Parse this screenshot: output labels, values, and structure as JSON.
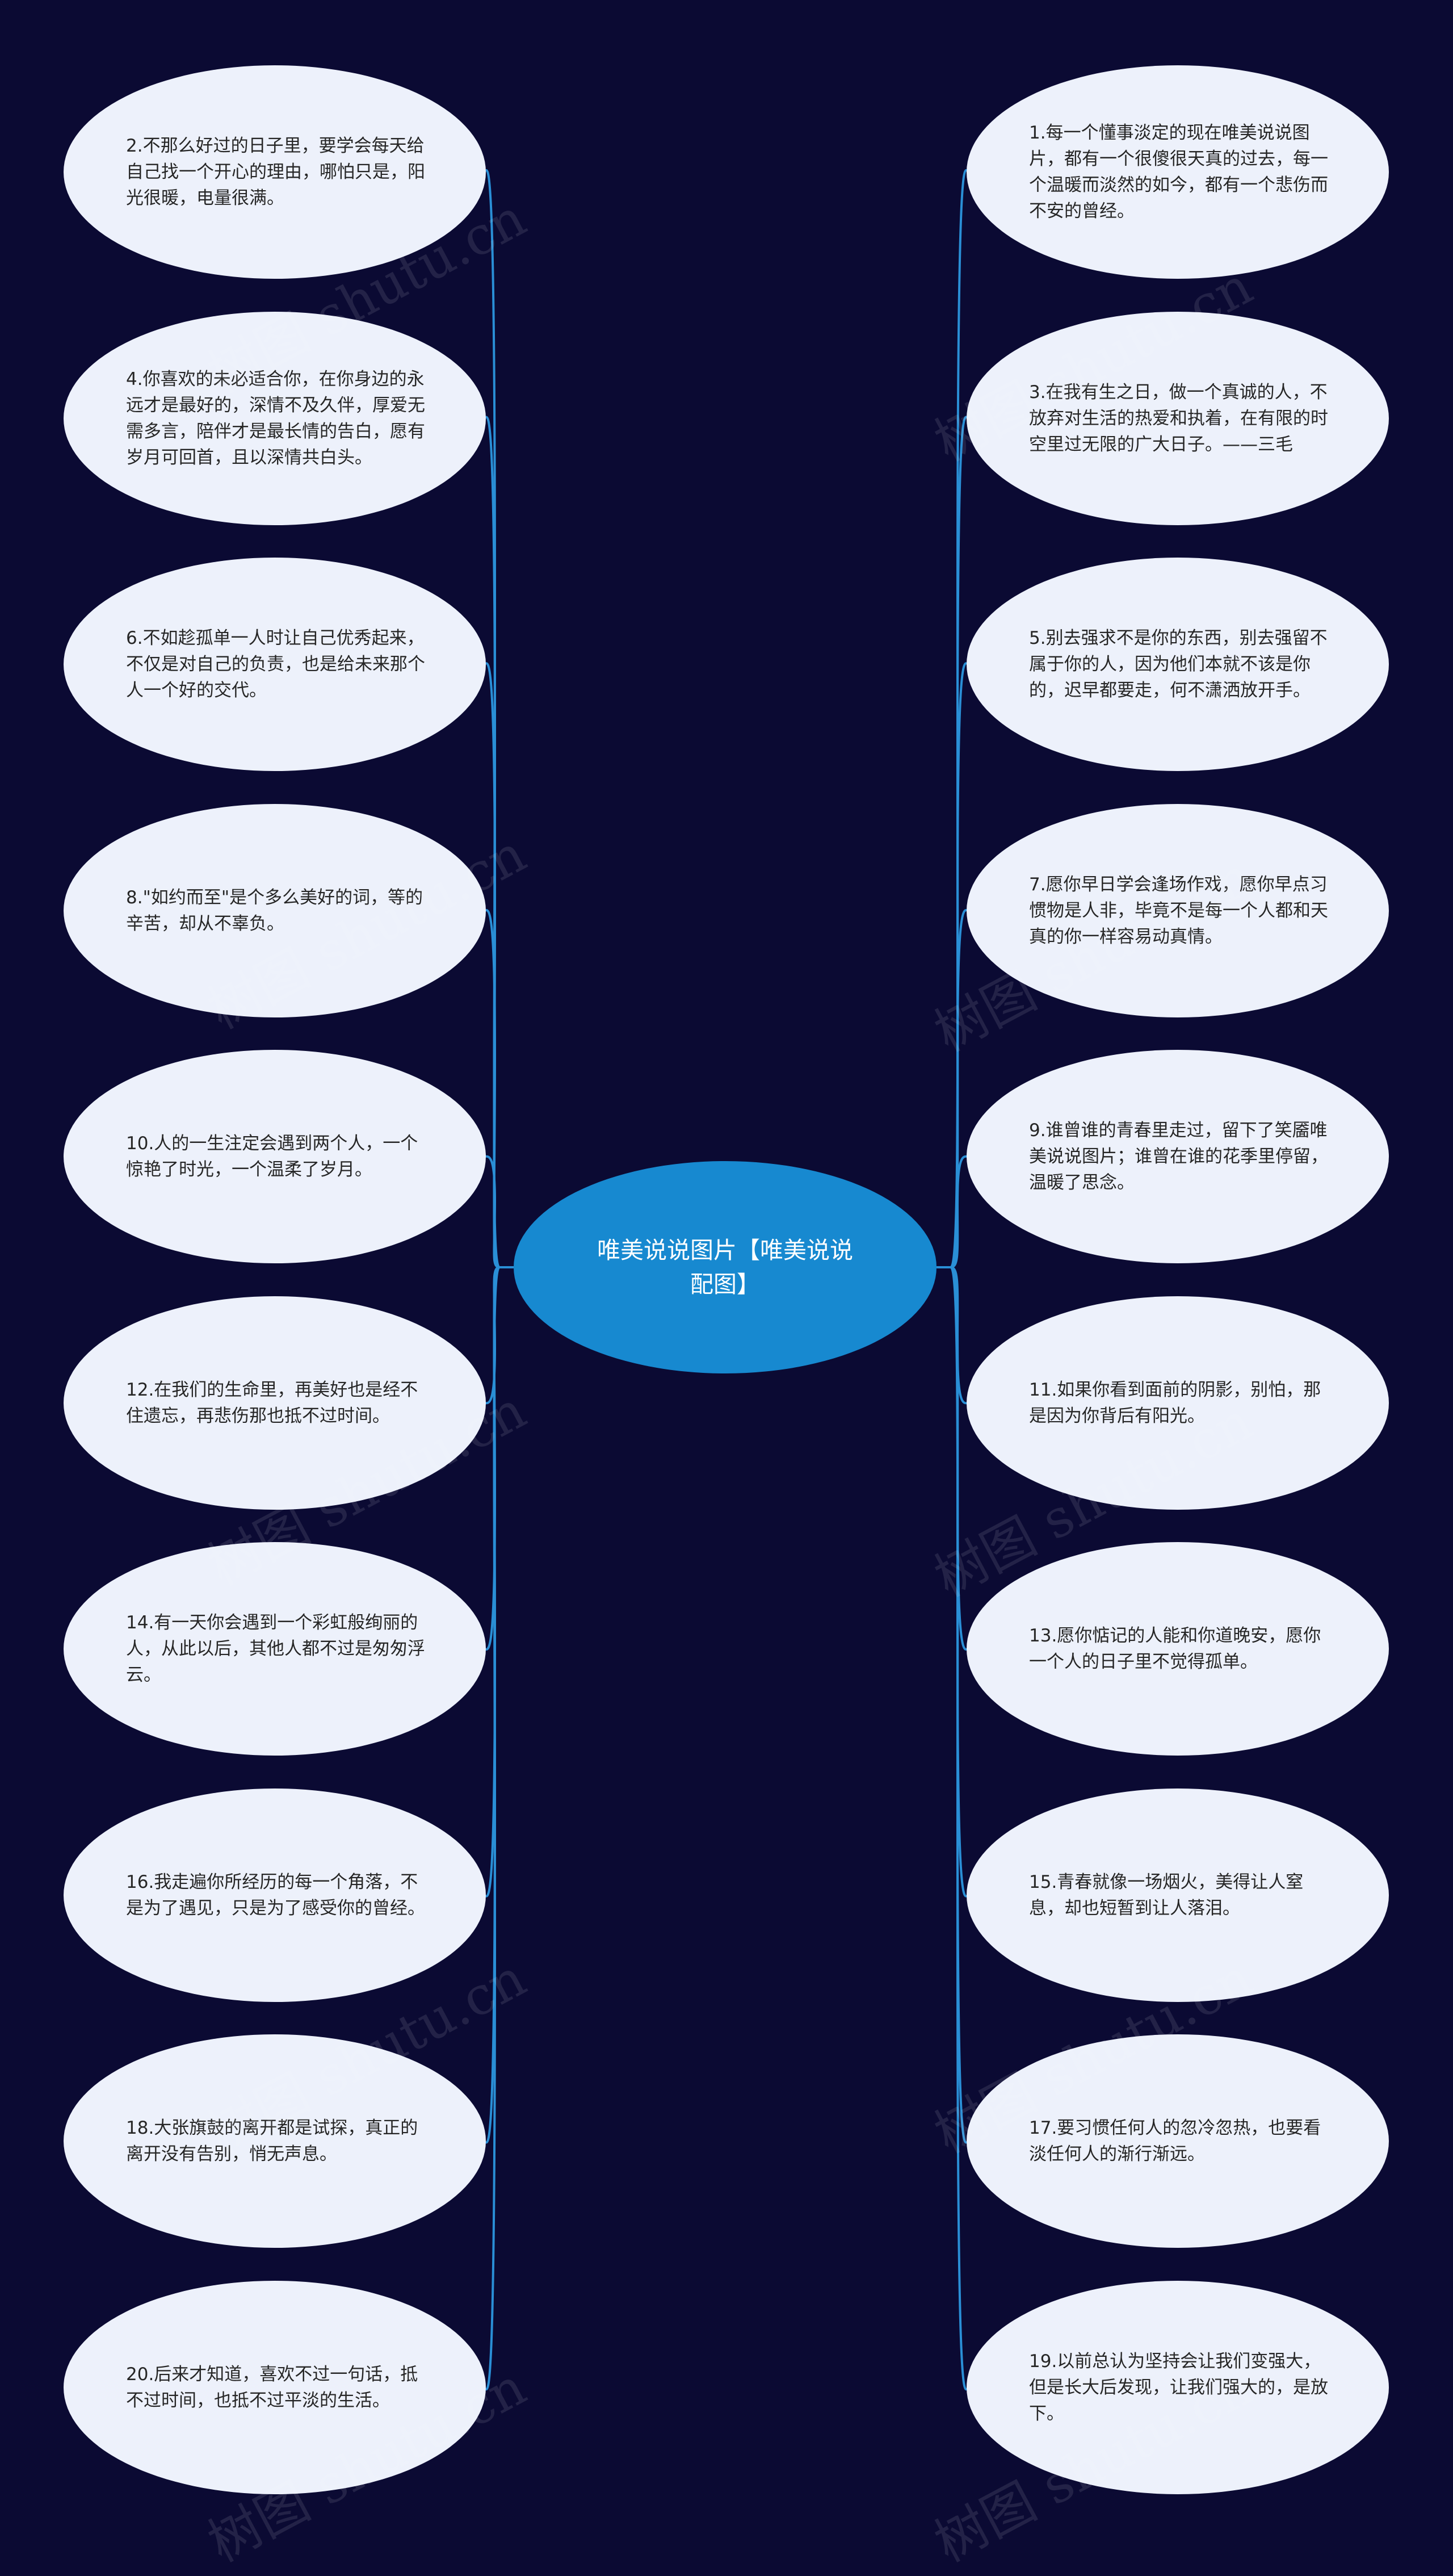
{
  "center": {
    "line1": "唯美说说图片【唯美说说",
    "line2": "配图】"
  },
  "left_nodes": [
    {
      "text": "2.不那么好过的日子里，要学会每天给自己找一个开心的理由，哪怕只是，阳光很暖，电量很满。"
    },
    {
      "text": "4.你喜欢的未必适合你，在你身边的永远才是最好的，深情不及久伴，厚爱无需多言，陪伴才是最长情的告白，愿有岁月可回首，且以深情共白头。"
    },
    {
      "text": "6.不如趁孤单一人时让自己优秀起来，不仅是对自己的负责，也是给未来那个人一个好的交代。"
    },
    {
      "text": "8.\"如约而至\"是个多么美好的词，等的辛苦，却从不辜负。"
    },
    {
      "text": "10.人的一生注定会遇到两个人，一个惊艳了时光，一个温柔了岁月。"
    },
    {
      "text": "12.在我们的生命里，再美好也是经不住遗忘，再悲伤那也抵不过时间。"
    },
    {
      "text": "14.有一天你会遇到一个彩虹般绚丽的人，从此以后，其他人都不过是匆匆浮云。"
    },
    {
      "text": "16.我走遍你所经历的每一个角落，不是为了遇见，只是为了感受你的曾经。"
    },
    {
      "text": "18.大张旗鼓的离开都是试探，真正的离开没有告别，悄无声息。"
    },
    {
      "text": "20.后来才知道，喜欢不过一句话，抵不过时间，也抵不过平淡的生活。"
    }
  ],
  "right_nodes": [
    {
      "text": "1.每一个懂事淡定的现在唯美说说图片，都有一个很傻很天真的过去，每一个温暖而淡然的如今，都有一个悲伤而不安的曾经。"
    },
    {
      "text": "3.在我有生之日，做一个真诚的人，不放弃对生活的热爱和执着，在有限的时空里过无限的广大日子。——三毛"
    },
    {
      "text": "5.别去强求不是你的东西，别去强留不属于你的人，因为他们本就不该是你的，迟早都要走，何不潇洒放开手。"
    },
    {
      "text": "7.愿你早日学会逢场作戏，愿你早点习惯物是人非，毕竟不是每一个人都和天真的你一样容易动真情。"
    },
    {
      "text": "9.谁曾谁的青春里走过，留下了笑靥唯美说说图片；谁曾在谁的花季里停留，温暖了思念。"
    },
    {
      "text": "11.如果你看到面前的阴影，别怕，那是因为你背后有阳光。"
    },
    {
      "text": "13.愿你惦记的人能和你道晚安，愿你一个人的日子里不觉得孤单。"
    },
    {
      "text": "15.青春就像一场烟火，美得让人窒息，却也短暂到让人落泪。"
    },
    {
      "text": "17.要习惯任何人的忽冷忽热，也要看淡任何人的渐行渐远。"
    },
    {
      "text": "19.以前总认为坚持会让我们变强大，但是长大后发现，让我们强大的，是放下。"
    }
  ],
  "watermark": "树图 shutu.cn",
  "colors": {
    "background": "#0b0a33",
    "center_fill": "#1789d0",
    "node_fill": "#edf1fb",
    "connector": "#2a8fd6"
  }
}
